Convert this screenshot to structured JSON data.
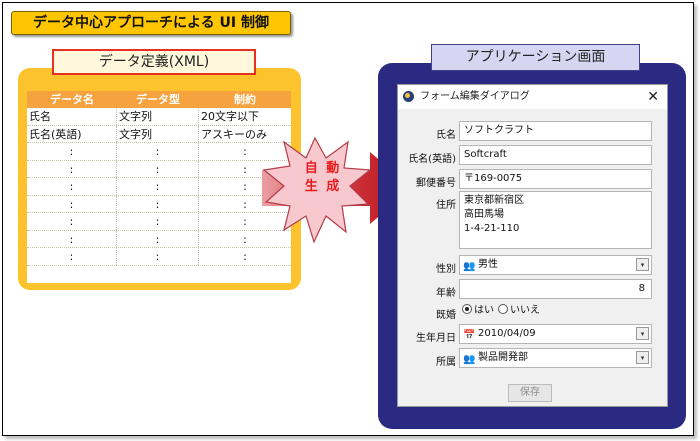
{
  "title": "データ中心アプローチによる UI 制御",
  "definition": {
    "label": "データ定義(XML)",
    "headers": [
      "データ名",
      "データ型",
      "制約"
    ],
    "rows": [
      [
        "氏名",
        "文字列",
        "20文字以下"
      ],
      [
        "氏名(英語)",
        "文字列",
        "アスキーのみ"
      ],
      [
        ":",
        ":",
        ":"
      ],
      [
        ":",
        ":",
        ":"
      ],
      [
        ":",
        ":",
        ":"
      ],
      [
        ":",
        ":",
        ":"
      ],
      [
        ":",
        ":",
        ":"
      ],
      [
        ":",
        ":",
        ":"
      ],
      [
        ":",
        ":",
        ":"
      ]
    ]
  },
  "auto": {
    "line1": "自 動",
    "line2": "生 成"
  },
  "app": {
    "label": "アプリケーション画面",
    "window_title": "フォーム編集ダイアログ",
    "close_glyph": "✕",
    "fields": {
      "name_label": "氏名",
      "name_value": "ソフトクラフト",
      "name_en_label": "氏名(英語)",
      "name_en_value": "Softcraft",
      "postal_label": "郵便番号",
      "postal_value": "〒169-0075",
      "address_label": "住所",
      "address_lines": [
        "東京都新宿区",
        "高田馬場",
        "1-4-21-110"
      ],
      "gender_label": "性別",
      "gender_value": "男性",
      "age_label": "年齢",
      "age_value": "8",
      "married_label": "既婚",
      "married_yes": "はい",
      "married_no": "いいえ",
      "birthday_label": "生年月日",
      "birthday_value": "2010/04/09",
      "dept_label": "所属",
      "dept_value": "製品開発部"
    },
    "save_label": "保存"
  },
  "icons": {
    "dropdown": "▾",
    "person": "👥",
    "calendar": "📅"
  },
  "colors": {
    "title_bg": "#ffc600",
    "def_bg": "#fdc32c",
    "head_bg": "#f6a23e",
    "app_bg": "#2b2a82",
    "arrow": "#c0161b",
    "star": "#f7c9cf"
  }
}
